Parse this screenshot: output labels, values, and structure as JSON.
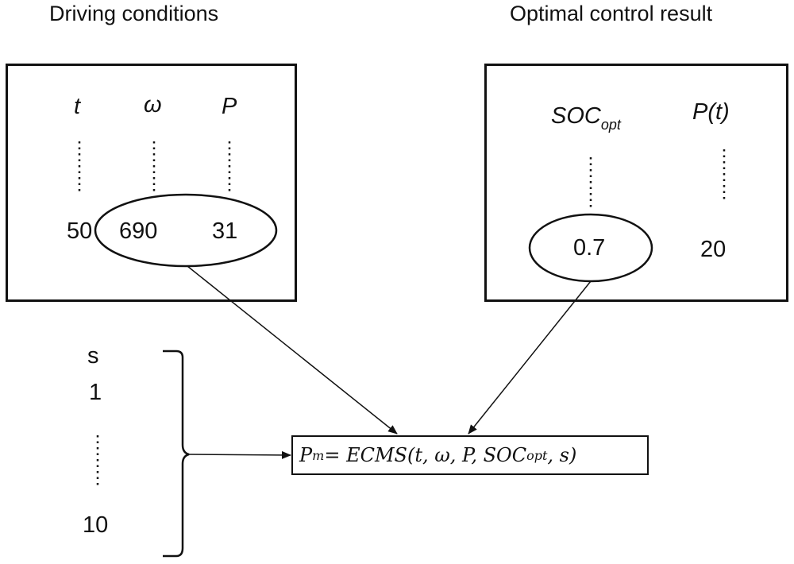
{
  "headings": {
    "left": "Driving conditions",
    "right": "Optimal control result"
  },
  "driving": {
    "columns": [
      "t",
      "ω",
      "P"
    ],
    "values": [
      "50",
      "690",
      "31"
    ]
  },
  "optimal": {
    "col1_main": "SOC",
    "col1_sub": "opt",
    "col2": "P(t)",
    "values": [
      "0.7",
      "20"
    ]
  },
  "s_list": {
    "header": "s",
    "first": "1",
    "last": "10"
  },
  "formula": {
    "lhs": "P",
    "lhs_sub": "m",
    "middle": " = ECMS(t, ω, P, SOC",
    "arg_sub": "opt",
    "tail": ", s)"
  }
}
